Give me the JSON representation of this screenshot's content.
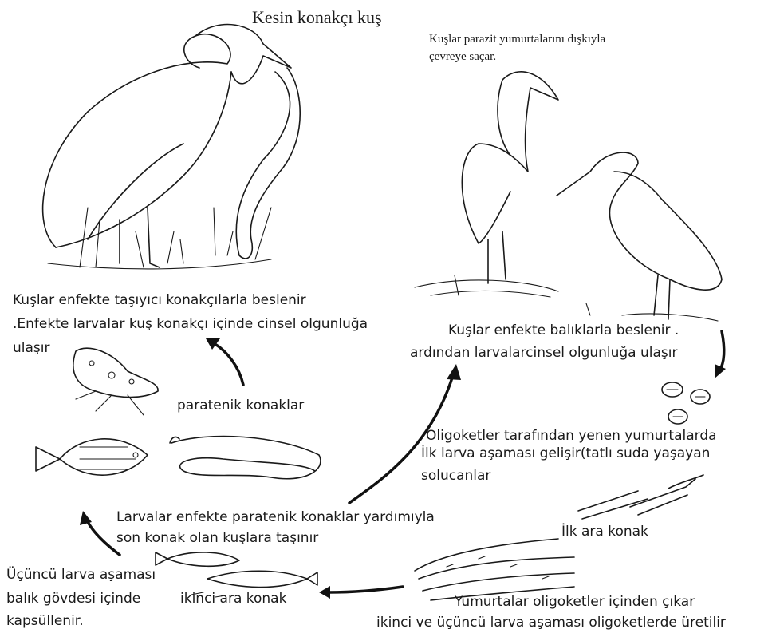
{
  "title": "Kesin konakçı kuş",
  "labels": {
    "egg_spread_1": "Kuşlar parazit yumurtalarını dışkıyla",
    "egg_spread_2": "çevreye saçar.",
    "paratenic_feed_1": "Kuşlar enfekte taşıyıcı konakçılarla beslenir",
    "paratenic_feed_2": ".Enfekte larvalar kuş konakçı içinde cinsel olgunluğa",
    "paratenic_feed_3": "ulaşır",
    "fish_feed_1": "Kuşlar enfekte balıklarla beslenir .",
    "fish_feed_2": "ardından larvalarcinsel olgunluğa ulaşır",
    "paratenic_hosts": "paratenik konaklar",
    "oligo_eggs_1": "Oligoketler tarafından yenen yumurtalarda",
    "oligo_eggs_2": "İlk larva aşaması gelişir(tatlı suda yaşayan",
    "oligo_eggs_3": "solucanlar",
    "larvae_carried_1": "Larvalar enfekte paratenik konaklar yardımıyla",
    "larvae_carried_2": "son konak olan kuşlara taşınır",
    "first_host": "İlk ara konak",
    "third_stage_1": "Üçüncü larva aşaması",
    "third_stage_2": "balık gövdesi içinde",
    "third_stage_3": "kapsüllenir.",
    "second_host": "ikinci ara konak",
    "emerge_1": "Yumurtalar oligoketler içinden çıkar",
    "emerge_2": "ikinci ve üçüncü larva aşaması oligoketlerde üretilir"
  },
  "icons": [
    "heron-icon",
    "egret-icon",
    "crane-icon",
    "frog-icon",
    "fish-icon",
    "eel-icon",
    "egg-icon",
    "oligochaete-worm-icon",
    "small-fish-icon",
    "cycle-arrow-icon"
  ]
}
